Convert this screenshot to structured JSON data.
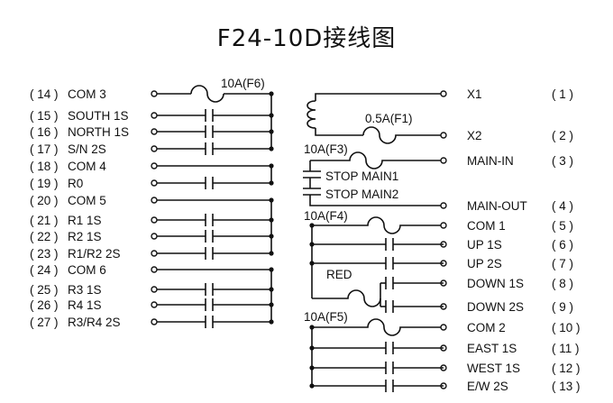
{
  "title": "F24-10D接线图",
  "fuses": {
    "f6": "10A(F6)",
    "f1": "0.5A(F1)",
    "f3": "10A(F3)",
    "f4": "10A(F4)",
    "f5": "10A(F5)",
    "red": "RED"
  },
  "stop": [
    "STOP MAIN1",
    "STOP MAIN2"
  ],
  "left_terminals": [
    {
      "num": "( 14 )",
      "label": "COM 3",
      "type": "com"
    },
    {
      "num": "( 15 )",
      "label": "SOUTH 1S",
      "type": "sw"
    },
    {
      "num": "( 16 )",
      "label": "NORTH 1S",
      "type": "sw"
    },
    {
      "num": "( 17 )",
      "label": "S/N 2S",
      "type": "sw"
    },
    {
      "num": "( 18 )",
      "label": "COM 4",
      "type": "com"
    },
    {
      "num": "( 19 )",
      "label": "R0",
      "type": "sw"
    },
    {
      "num": "( 20 )",
      "label": "COM 5",
      "type": "com"
    },
    {
      "num": "( 21 )",
      "label": "R1 1S",
      "type": "sw"
    },
    {
      "num": "( 22 )",
      "label": "R2 1S",
      "type": "sw"
    },
    {
      "num": "( 23 )",
      "label": "R1/R2 2S",
      "type": "sw"
    },
    {
      "num": "( 24 )",
      "label": "COM 6",
      "type": "com"
    },
    {
      "num": "( 25 )",
      "label": "R3 1S",
      "type": "sw"
    },
    {
      "num": "( 26 )",
      "label": "R4 1S",
      "type": "sw"
    },
    {
      "num": "( 27 )",
      "label": "R3/R4 2S",
      "type": "sw"
    }
  ],
  "right_terminals": [
    {
      "label": "X1",
      "num": "( 1 )"
    },
    {
      "label": "X2",
      "num": "( 2 )"
    },
    {
      "label": "MAIN-IN",
      "num": "( 3 )"
    },
    {
      "label": "MAIN-OUT",
      "num": "( 4 )"
    },
    {
      "label": "COM 1",
      "num": "( 5 )"
    },
    {
      "label": "UP 1S",
      "num": "( 6 )"
    },
    {
      "label": "UP 2S",
      "num": "( 7 )"
    },
    {
      "label": "DOWN 1S",
      "num": "( 8 )"
    },
    {
      "label": "DOWN 2S",
      "num": "( 9 )"
    },
    {
      "label": "COM 2",
      "num": "( 10 )"
    },
    {
      "label": "EAST 1S",
      "num": "( 11 )"
    },
    {
      "label": "WEST 1S",
      "num": "( 12 )"
    },
    {
      "label": "E/W 2S",
      "num": "( 13 )"
    }
  ]
}
